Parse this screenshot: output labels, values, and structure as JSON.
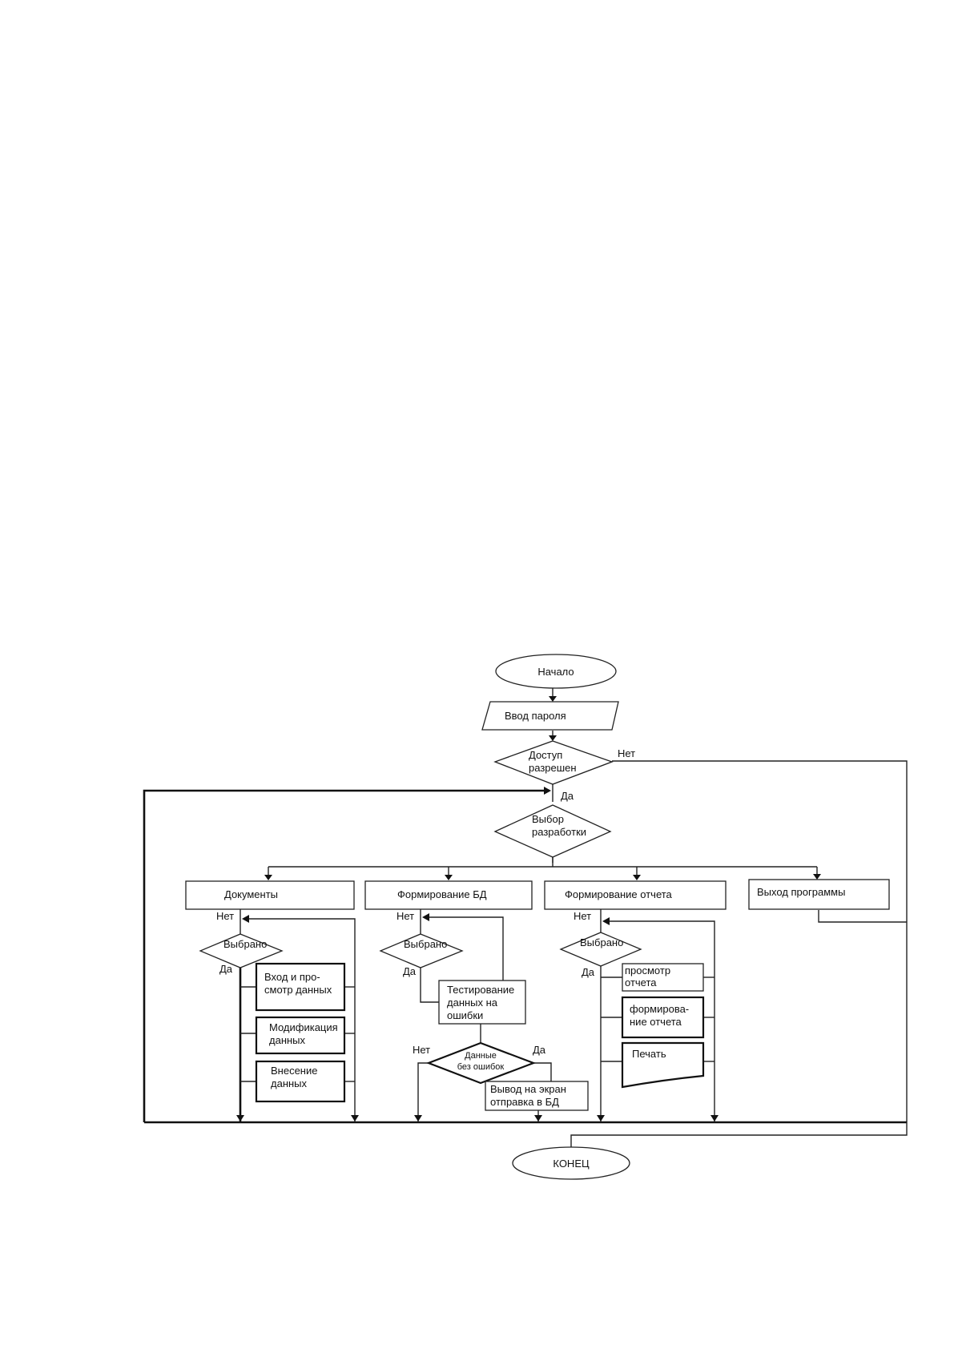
{
  "flowchart": {
    "start": "Начало",
    "password_input": "Ввод пароля",
    "access_decision": [
      "Доступ",
      "разрешен"
    ],
    "branch_yes": "Да",
    "branch_no": "Нет",
    "choice_decision": [
      "Выбор",
      "разработки"
    ],
    "modules": {
      "documents": "Документы",
      "db_forming": "Формирование БД",
      "report_forming": "Формирование отчета",
      "exit": "Выход программы"
    },
    "selected": "Выбрано",
    "documents_items": [
      [
        "Вход и про-",
        "смотр данных"
      ],
      [
        "Модификация",
        "данных"
      ],
      [
        "Внесение",
        "данных"
      ]
    ],
    "db_test": [
      "Тестирование",
      "данных на",
      "ошибки"
    ],
    "db_check": [
      "Данные",
      "без ошибок"
    ],
    "db_output": [
      "Вывод на экран",
      "отправка в БД"
    ],
    "report_items": [
      [
        "просмотр",
        "отчета"
      ],
      [
        "формирова-",
        "ние отчета"
      ],
      [
        "Печать"
      ]
    ],
    "end": "КОНЕЦ"
  }
}
